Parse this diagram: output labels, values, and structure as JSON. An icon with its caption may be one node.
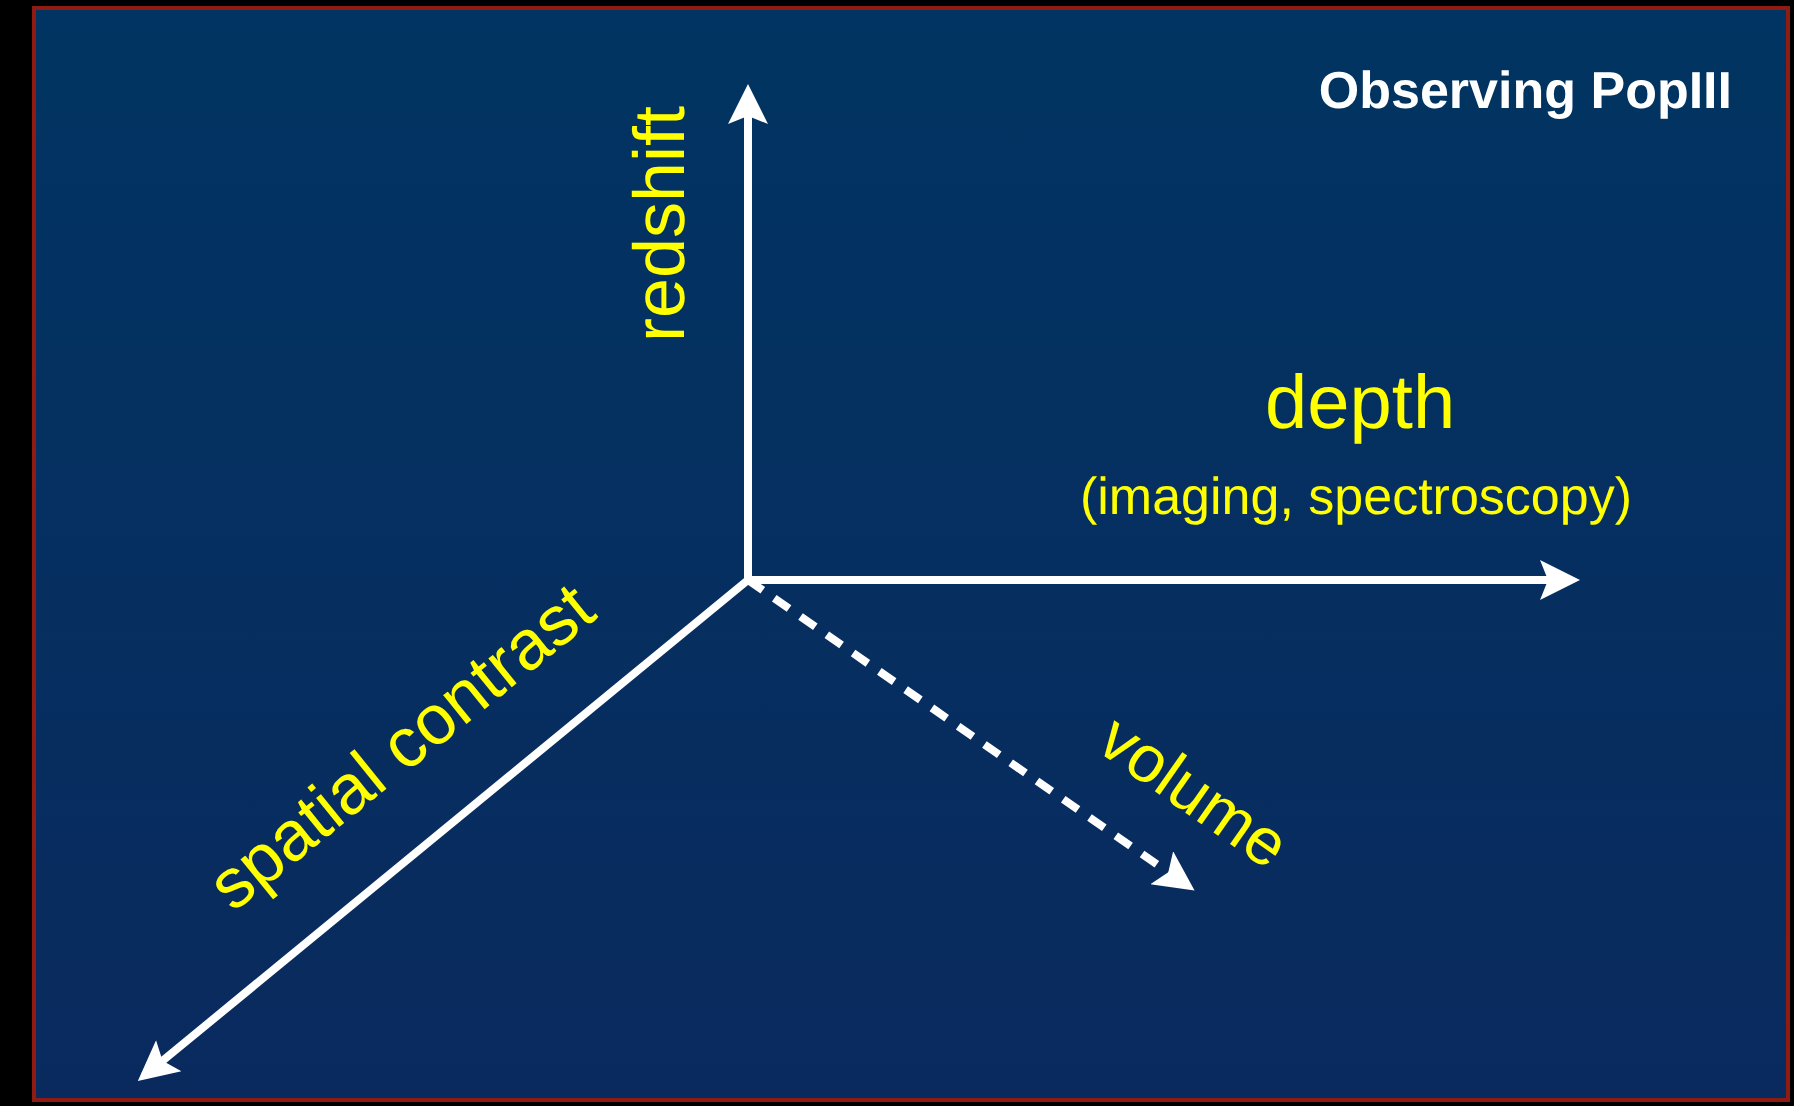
{
  "diagram": {
    "title": "Observing PopIII",
    "labels": [
      "redshift",
      "depth",
      "(imaging, spectroscopy)",
      "spatial contrast",
      "volume"
    ]
  }
}
